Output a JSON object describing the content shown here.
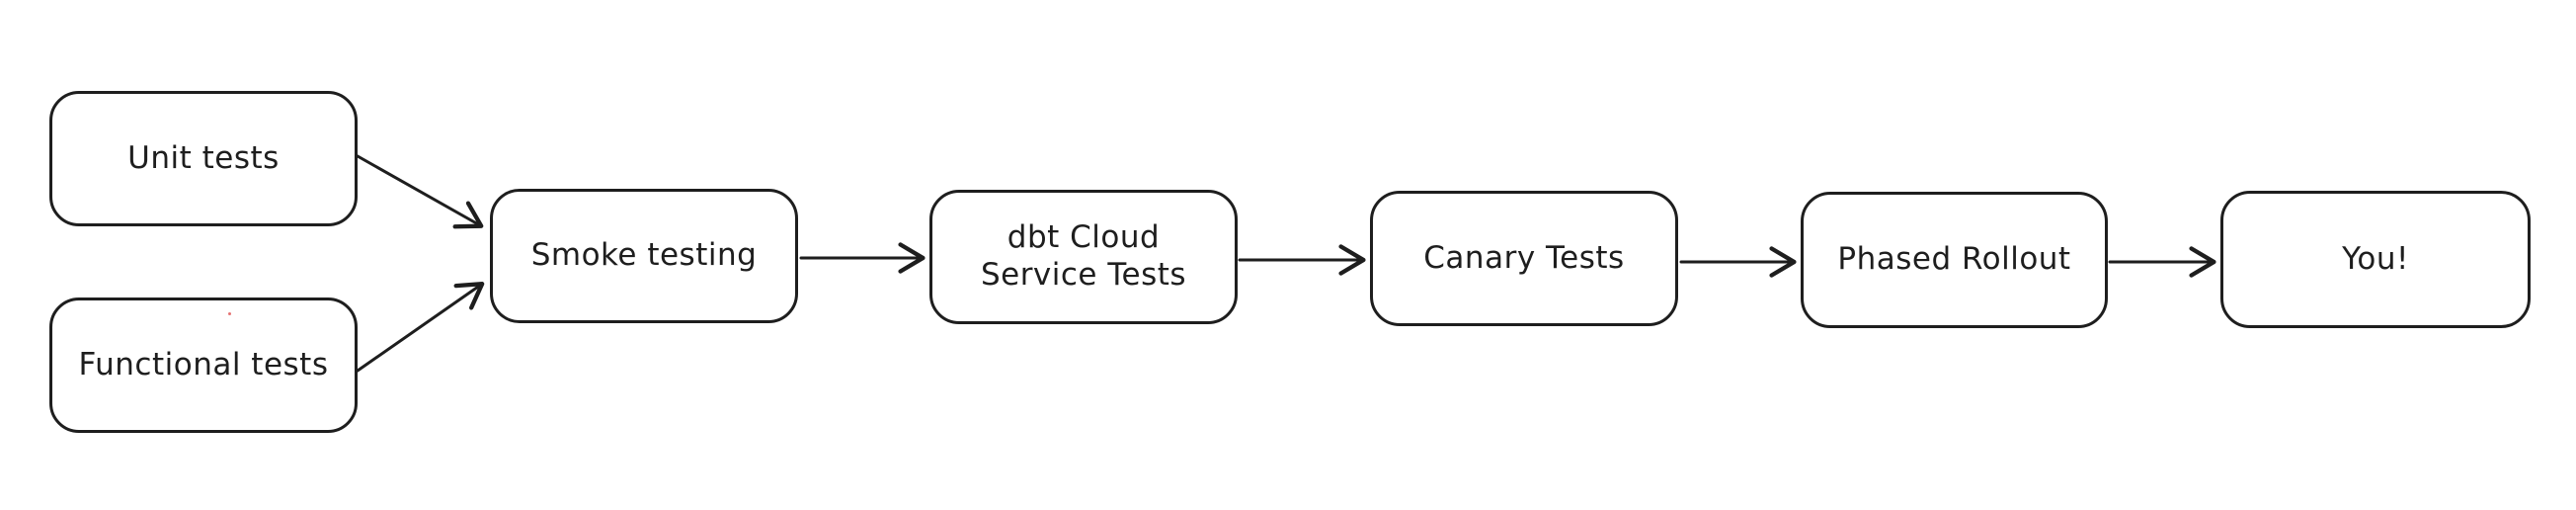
{
  "diagram": {
    "background_color": "#ffffff",
    "stroke_color": "#1e1e1e",
    "node_fill_color": "#ffffff",
    "stray_mark_color": "#e57373",
    "nodes": [
      {
        "id": "unit-tests",
        "label": "Unit tests"
      },
      {
        "id": "functional-tests",
        "label": "Functional tests"
      },
      {
        "id": "smoke-testing",
        "label": "Smoke testing"
      },
      {
        "id": "dbt-cloud-service-tests",
        "label": "dbt Cloud\nService Tests"
      },
      {
        "id": "canary-tests",
        "label": "Canary Tests"
      },
      {
        "id": "phased-rollout",
        "label": "Phased Rollout"
      },
      {
        "id": "you",
        "label": "You!"
      }
    ],
    "edges": [
      {
        "from": "unit-tests",
        "to": "smoke-testing"
      },
      {
        "from": "functional-tests",
        "to": "smoke-testing"
      },
      {
        "from": "smoke-testing",
        "to": "dbt-cloud-service-tests"
      },
      {
        "from": "dbt-cloud-service-tests",
        "to": "canary-tests"
      },
      {
        "from": "canary-tests",
        "to": "phased-rollout"
      },
      {
        "from": "phased-rollout",
        "to": "you"
      }
    ]
  }
}
